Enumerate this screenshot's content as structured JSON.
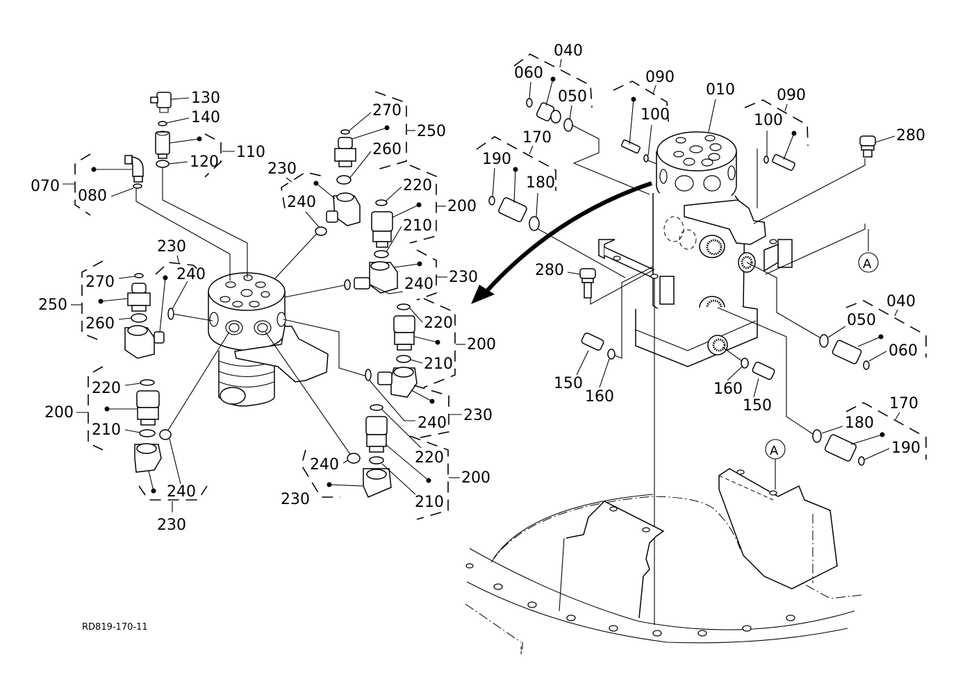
{
  "diagram": {
    "title_code": "RD819-170-11",
    "reference_marker": "A",
    "callouts": [
      {
        "id": "c130",
        "label": "130"
      },
      {
        "id": "c140",
        "label": "140"
      },
      {
        "id": "c120",
        "label": "120"
      },
      {
        "id": "c110",
        "label": "110"
      },
      {
        "id": "c070",
        "label": "070"
      },
      {
        "id": "c080",
        "label": "080"
      },
      {
        "id": "c270a",
        "label": "270"
      },
      {
        "id": "c250a",
        "label": "250"
      },
      {
        "id": "c260a",
        "label": "260"
      },
      {
        "id": "c230a",
        "label": "230"
      },
      {
        "id": "c240a",
        "label": "240"
      },
      {
        "id": "c220a",
        "label": "220"
      },
      {
        "id": "c200a",
        "label": "200"
      },
      {
        "id": "c210a",
        "label": "210"
      },
      {
        "id": "c230b",
        "label": "230"
      },
      {
        "id": "c240b",
        "label": "240"
      },
      {
        "id": "c230c",
        "label": "230"
      },
      {
        "id": "c240c",
        "label": "240"
      },
      {
        "id": "c270b",
        "label": "270"
      },
      {
        "id": "c250b",
        "label": "250"
      },
      {
        "id": "c260b",
        "label": "260"
      },
      {
        "id": "c220b",
        "label": "220"
      },
      {
        "id": "c200b",
        "label": "200"
      },
      {
        "id": "c210b",
        "label": "210"
      },
      {
        "id": "c240d",
        "label": "240"
      },
      {
        "id": "c230d",
        "label": "230"
      },
      {
        "id": "c220c",
        "label": "220"
      },
      {
        "id": "c200c",
        "label": "200"
      },
      {
        "id": "c210c",
        "label": "210"
      },
      {
        "id": "c240e",
        "label": "240"
      },
      {
        "id": "c230e",
        "label": "230"
      },
      {
        "id": "c220d",
        "label": "220"
      },
      {
        "id": "c200d",
        "label": "200"
      },
      {
        "id": "c210d",
        "label": "210"
      },
      {
        "id": "c240f",
        "label": "240"
      },
      {
        "id": "c230f",
        "label": "230"
      },
      {
        "id": "c040a",
        "label": "040"
      },
      {
        "id": "c060a",
        "label": "060"
      },
      {
        "id": "c050a",
        "label": "050"
      },
      {
        "id": "c090a",
        "label": "090"
      },
      {
        "id": "c100a",
        "label": "100"
      },
      {
        "id": "c010",
        "label": "010"
      },
      {
        "id": "c090b",
        "label": "090"
      },
      {
        "id": "c100b",
        "label": "100"
      },
      {
        "id": "c280a",
        "label": "280"
      },
      {
        "id": "c170a",
        "label": "170"
      },
      {
        "id": "c190a",
        "label": "190"
      },
      {
        "id": "c180a",
        "label": "180"
      },
      {
        "id": "c280b",
        "label": "280"
      },
      {
        "id": "c040b",
        "label": "040"
      },
      {
        "id": "c050b",
        "label": "050"
      },
      {
        "id": "c060b",
        "label": "060"
      },
      {
        "id": "c150a",
        "label": "150"
      },
      {
        "id": "c160a",
        "label": "160"
      },
      {
        "id": "c160b",
        "label": "160"
      },
      {
        "id": "c150b",
        "label": "150"
      },
      {
        "id": "c170b",
        "label": "170"
      },
      {
        "id": "c180b",
        "label": "180"
      },
      {
        "id": "c190b",
        "label": "190"
      }
    ]
  }
}
